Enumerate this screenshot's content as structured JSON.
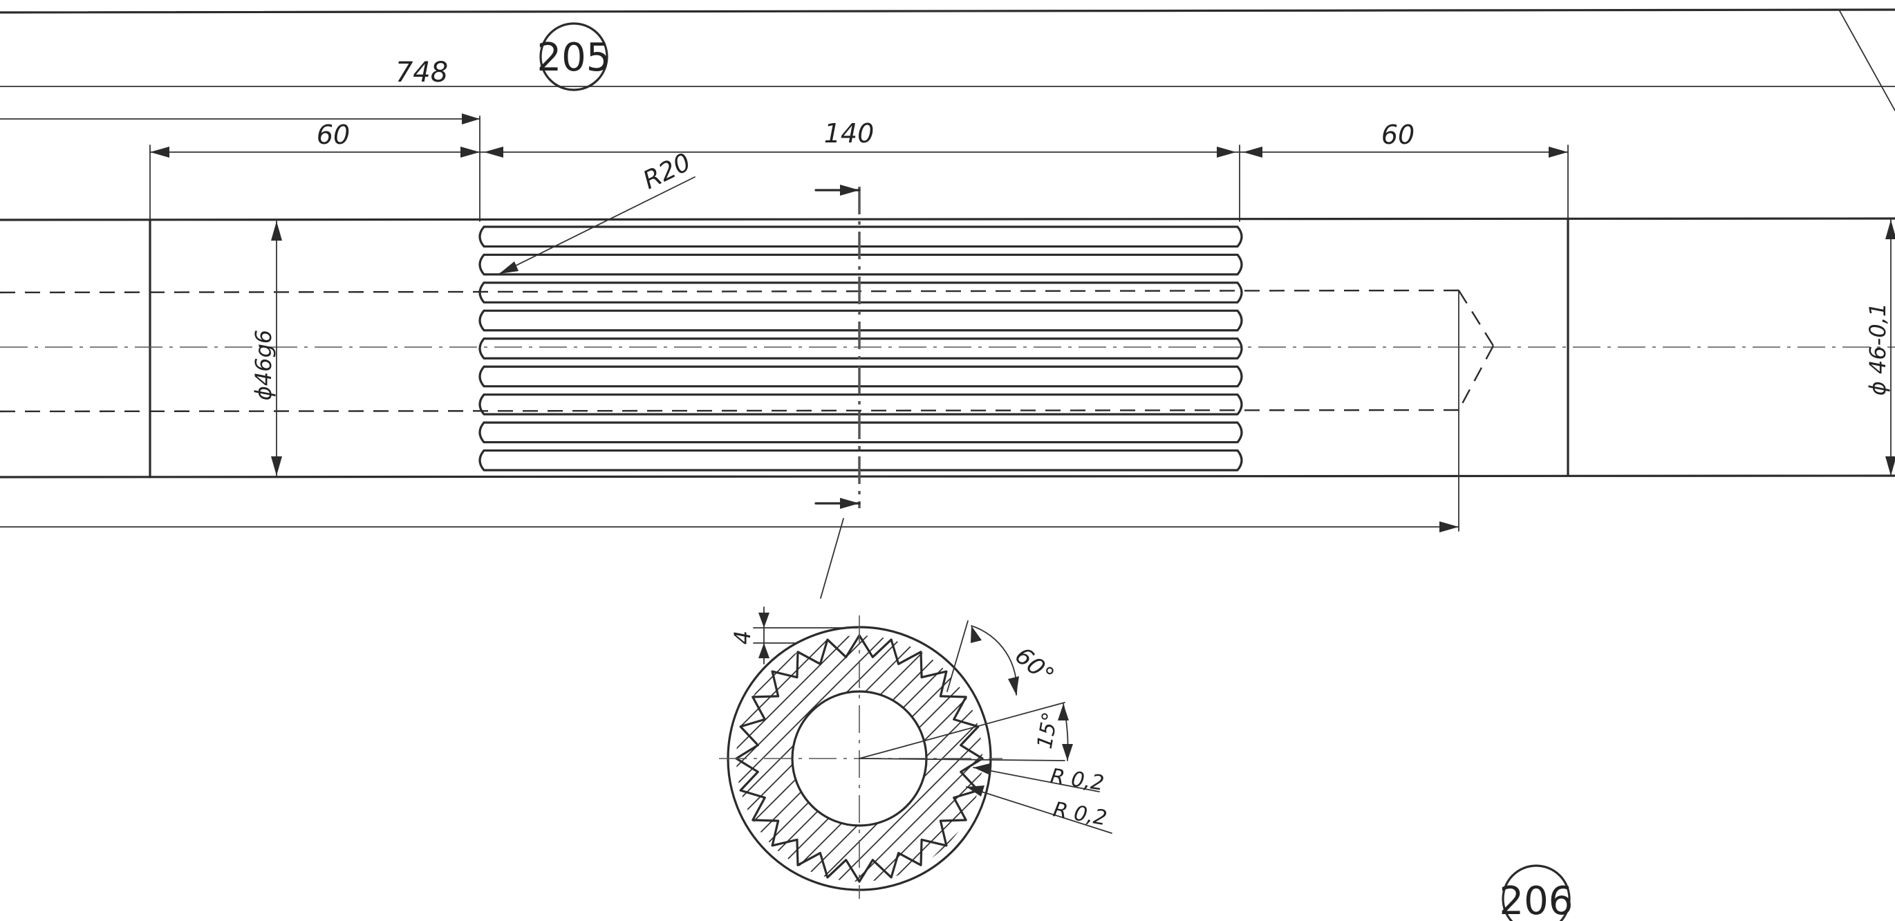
{
  "drawing": {
    "labels": {
      "top_callout": "205",
      "bottom_callout": "206",
      "overall_length": "748",
      "left_section": "60",
      "spline_length": "140",
      "right_section": "60",
      "radius_top": "R20",
      "left_diameter": "ϕ46g6",
      "right_diameter": "ϕ 46-0,1",
      "tooth_depth": "4",
      "tooth_angle": "60°",
      "pitch_angle": "15°",
      "root_radius": "R 0,2",
      "tip_radius": "R 0,2"
    }
  }
}
